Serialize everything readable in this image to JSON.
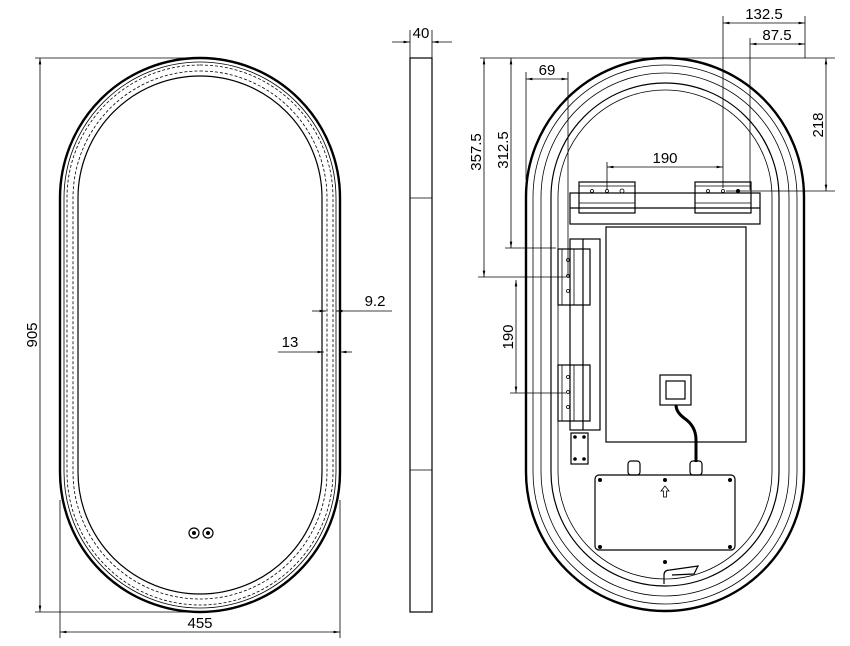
{
  "front_view": {
    "height_label": "905",
    "width_label": "455",
    "led_offset_label": "9.2",
    "frame_width_label": "13"
  },
  "side_view": {
    "depth_label": "40"
  },
  "rear_view": {
    "top_bracket_offset_1_label": "132.5",
    "top_bracket_offset_2_label": "87.5",
    "top_bracket_height_label": "218",
    "top_bracket_spacing_label": "190",
    "side_bracket_offset_label": "69",
    "side_bracket_top_1_label": "312.5",
    "side_bracket_top_2_label": "357.5",
    "side_bracket_spacing_label": "190"
  }
}
